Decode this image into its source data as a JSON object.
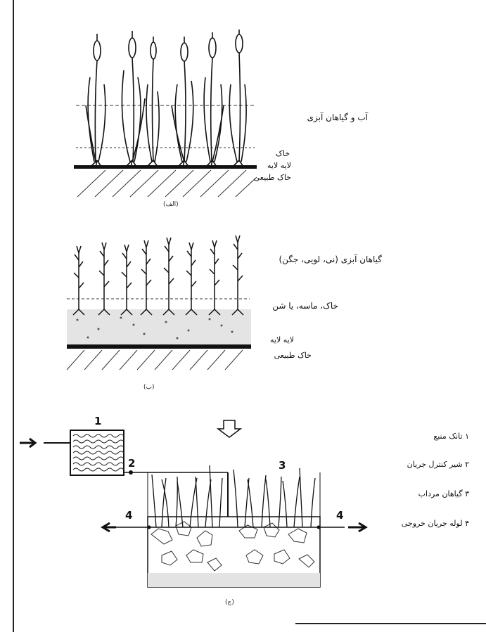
{
  "diagram_a": {
    "labels": [
      "آب و گیاهان آبزی",
      "خاک",
      "لایه لایه",
      "خاک طبیعی"
    ],
    "caption": "(الف)"
  },
  "diagram_b": {
    "labels": [
      "گیاهان آبزی (نی، لویی، جگن)",
      "خاک، ماسه، یا شن",
      "لایه لایه",
      "خاک طبیعی"
    ],
    "caption": "(ب)"
  },
  "diagram_c": {
    "numbers": [
      "1",
      "2",
      "3",
      "4",
      "4"
    ],
    "legend": [
      "۱  تانک منبع",
      "۲  شیر کنترل جریان",
      "۳  گیاهان مرداب",
      "۴  لوله جریان خروجی"
    ],
    "caption": "(ج)"
  }
}
